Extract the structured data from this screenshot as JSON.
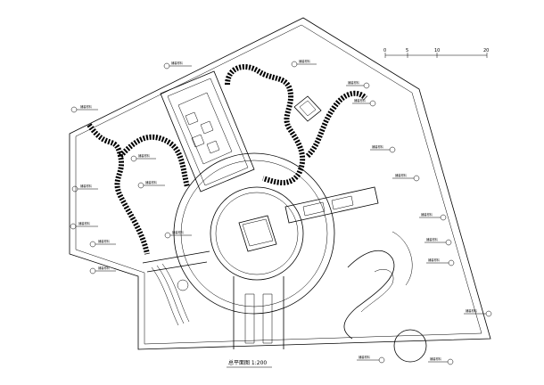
{
  "plan": {
    "title": "总平面图 1:200",
    "scale_bar": {
      "ticks": [
        "0",
        "5",
        "10",
        "20"
      ]
    }
  },
  "callouts": [
    "铺装材料",
    "铺装材料",
    "铺装材料",
    "铺装材料",
    "铺装材料",
    "铺装材料",
    "铺装材料",
    "铺装材料",
    "铺装材料",
    "铺装材料",
    "铺装材料",
    "铺装材料",
    "铺装材料",
    "铺装材料",
    "铺装材料",
    "铺装材料",
    "铺装材料",
    "铺装材料",
    "铺装材料",
    "铺装材料"
  ]
}
